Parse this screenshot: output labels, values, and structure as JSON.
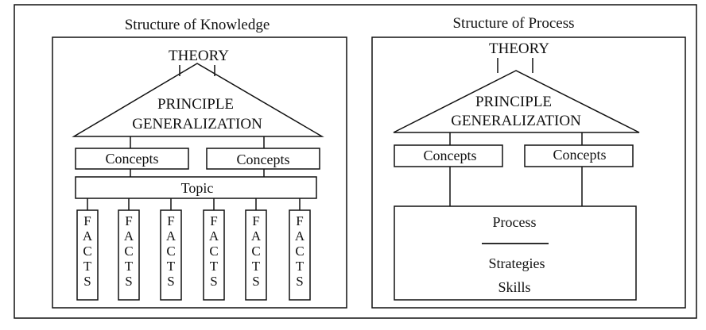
{
  "knowledge": {
    "title": "Structure of Knowledge",
    "theory": "THEORY",
    "principle": "PRINCIPLE",
    "generalization": "GENERALIZATION",
    "concepts_left": "Concepts",
    "concepts_right": "Concepts",
    "topic": "Topic",
    "facts": [
      "FACTS",
      "FACTS",
      "FACTS",
      "FACTS",
      "FACTS",
      "FACTS"
    ]
  },
  "process": {
    "title": "Structure of Process",
    "theory": "THEORY",
    "principle": "PRINCIPLE",
    "generalization": "GENERALIZATION",
    "concepts_left": "Concepts",
    "concepts_right": "Concepts",
    "process": "Process",
    "strategies": "Strategies",
    "skills": "Skills"
  }
}
